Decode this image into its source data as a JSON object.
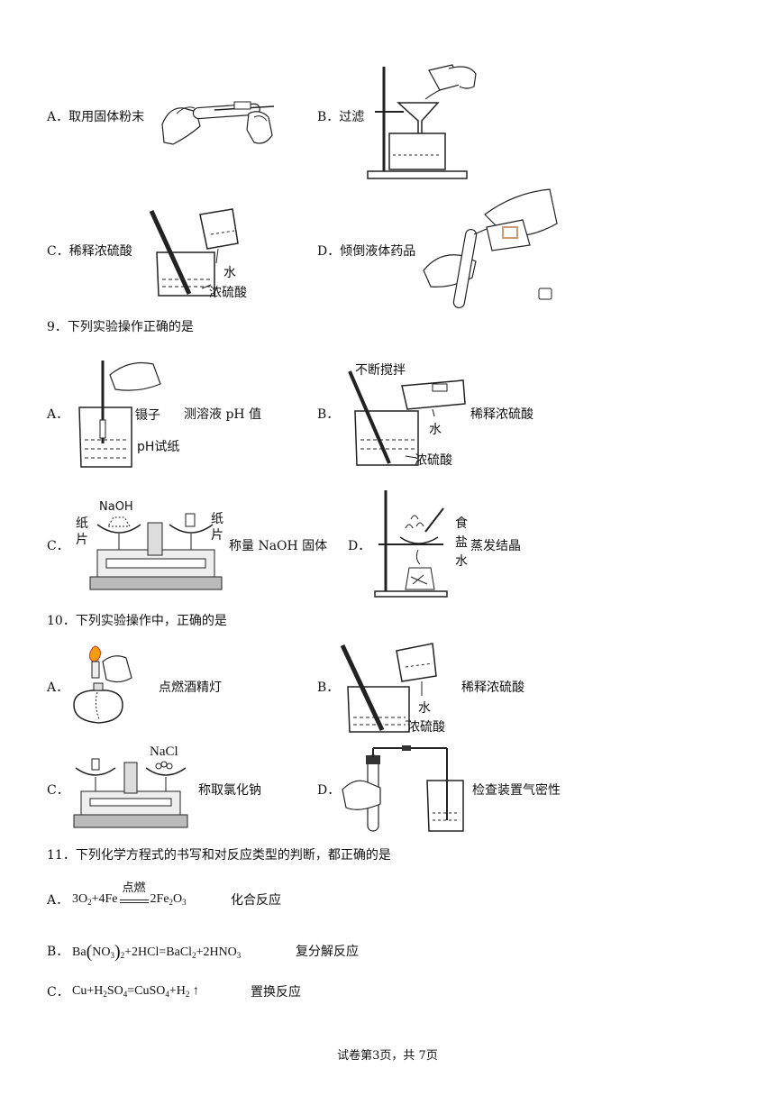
{
  "q8": {
    "optA": {
      "letter": "A．",
      "text": "取用固体粉末"
    },
    "optB": {
      "letter": "B．",
      "text": "过滤"
    },
    "optC": {
      "letter": "C．",
      "text": "稀释浓硫酸",
      "fig_labels": [
        "水",
        "浓硫酸"
      ]
    },
    "optD": {
      "letter": "D．",
      "text": "倾倒液体药品"
    }
  },
  "q9": {
    "stem": "9．下列实验操作正确的是",
    "optA": {
      "letter": "A．",
      "text": "测溶液 pH 值",
      "fig_labels": [
        "镊子",
        "pH试纸"
      ]
    },
    "optB": {
      "letter": "B．",
      "text": "稀释浓硫酸",
      "fig_labels": [
        "不断搅拌",
        "水",
        "浓硫酸"
      ]
    },
    "optC": {
      "letter": "C．",
      "text": "称量 NaOH 固体",
      "fig_labels": [
        "NaOH",
        "纸",
        "片",
        "纸",
        "片"
      ]
    },
    "optD": {
      "letter": "D．",
      "text": "蒸发结晶",
      "fig_labels": [
        "食",
        "盐",
        "水"
      ]
    }
  },
  "q10": {
    "stem": "10．下列实验操作中，正确的是",
    "optA": {
      "letter": "A．",
      "text": "点燃酒精灯"
    },
    "optB": {
      "letter": "B．",
      "text": "稀释浓硫酸",
      "fig_labels": [
        "水",
        "浓硫酸"
      ]
    },
    "optC": {
      "letter": "C．",
      "text": "称取氯化钠",
      "fig_labels": [
        "NaCl"
      ]
    },
    "optD": {
      "letter": "D．",
      "text": "检查装置气密性"
    }
  },
  "q11": {
    "stem": "11．下列化学方程式的书写和对反应类型的判断，都正确的是",
    "optA": {
      "letter": "A．",
      "condition": "点燃",
      "type": "化合反应"
    },
    "optB": {
      "letter": "B．",
      "type": "复分解反应"
    },
    "optC": {
      "letter": "C．",
      "type": "置换反应"
    }
  },
  "footer": "试卷第3页，共 7页"
}
